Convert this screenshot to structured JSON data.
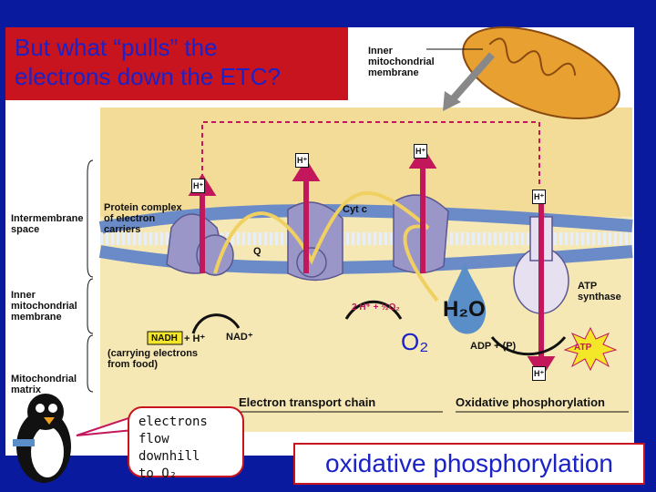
{
  "title": {
    "line1": "But what “pulls” the",
    "line2": "electrons down the ETC?"
  },
  "labels": {
    "inner_membrane_top_1": "Inner",
    "inner_membrane_top_2": "mitochondrial",
    "inner_membrane_top_3": "membrane",
    "intermembrane_1": "Intermembrane",
    "intermembrane_2": "space",
    "inner_mito_1": "Inner",
    "inner_mito_2": "mitochondrial",
    "inner_mito_3": "membrane",
    "matrix_1": "Mitochondrial",
    "matrix_2": "matrix",
    "protein_complex_1": "Protein complex",
    "protein_complex_2": "of electron",
    "protein_complex_3": "carriers",
    "cyt_c": "Cyt c",
    "q": "Q",
    "nadh": "NADH",
    "plus_h": "+ H⁺",
    "nad": "NAD⁺",
    "carrying_1": "(carrying electrons",
    "carrying_2": "from food)",
    "reaction": "2 H⁺ + ½O₂",
    "adp": "ADP + (P)",
    "atp": "ATP",
    "atp_synthase_1": "ATP",
    "atp_synthase_2": "synthase",
    "etc": "Electron transport chain",
    "oxphos": "Oxidative phosphorylation",
    "h_plus": "H⁺"
  },
  "h2o": "H₂O",
  "o2": "O₂",
  "bubble": {
    "line1": "electrons",
    "line2": "flow downhill",
    "line3": "to O₂"
  },
  "bottom_banner": "oxidative phosphorylation",
  "colors": {
    "background": "#0a1a9e",
    "title_box": "#c8141e",
    "title_text": "#1a22c8",
    "cytoplasm": "#f6e8b4",
    "arrow": "#c2185b",
    "protein": "#9a96c8"
  }
}
